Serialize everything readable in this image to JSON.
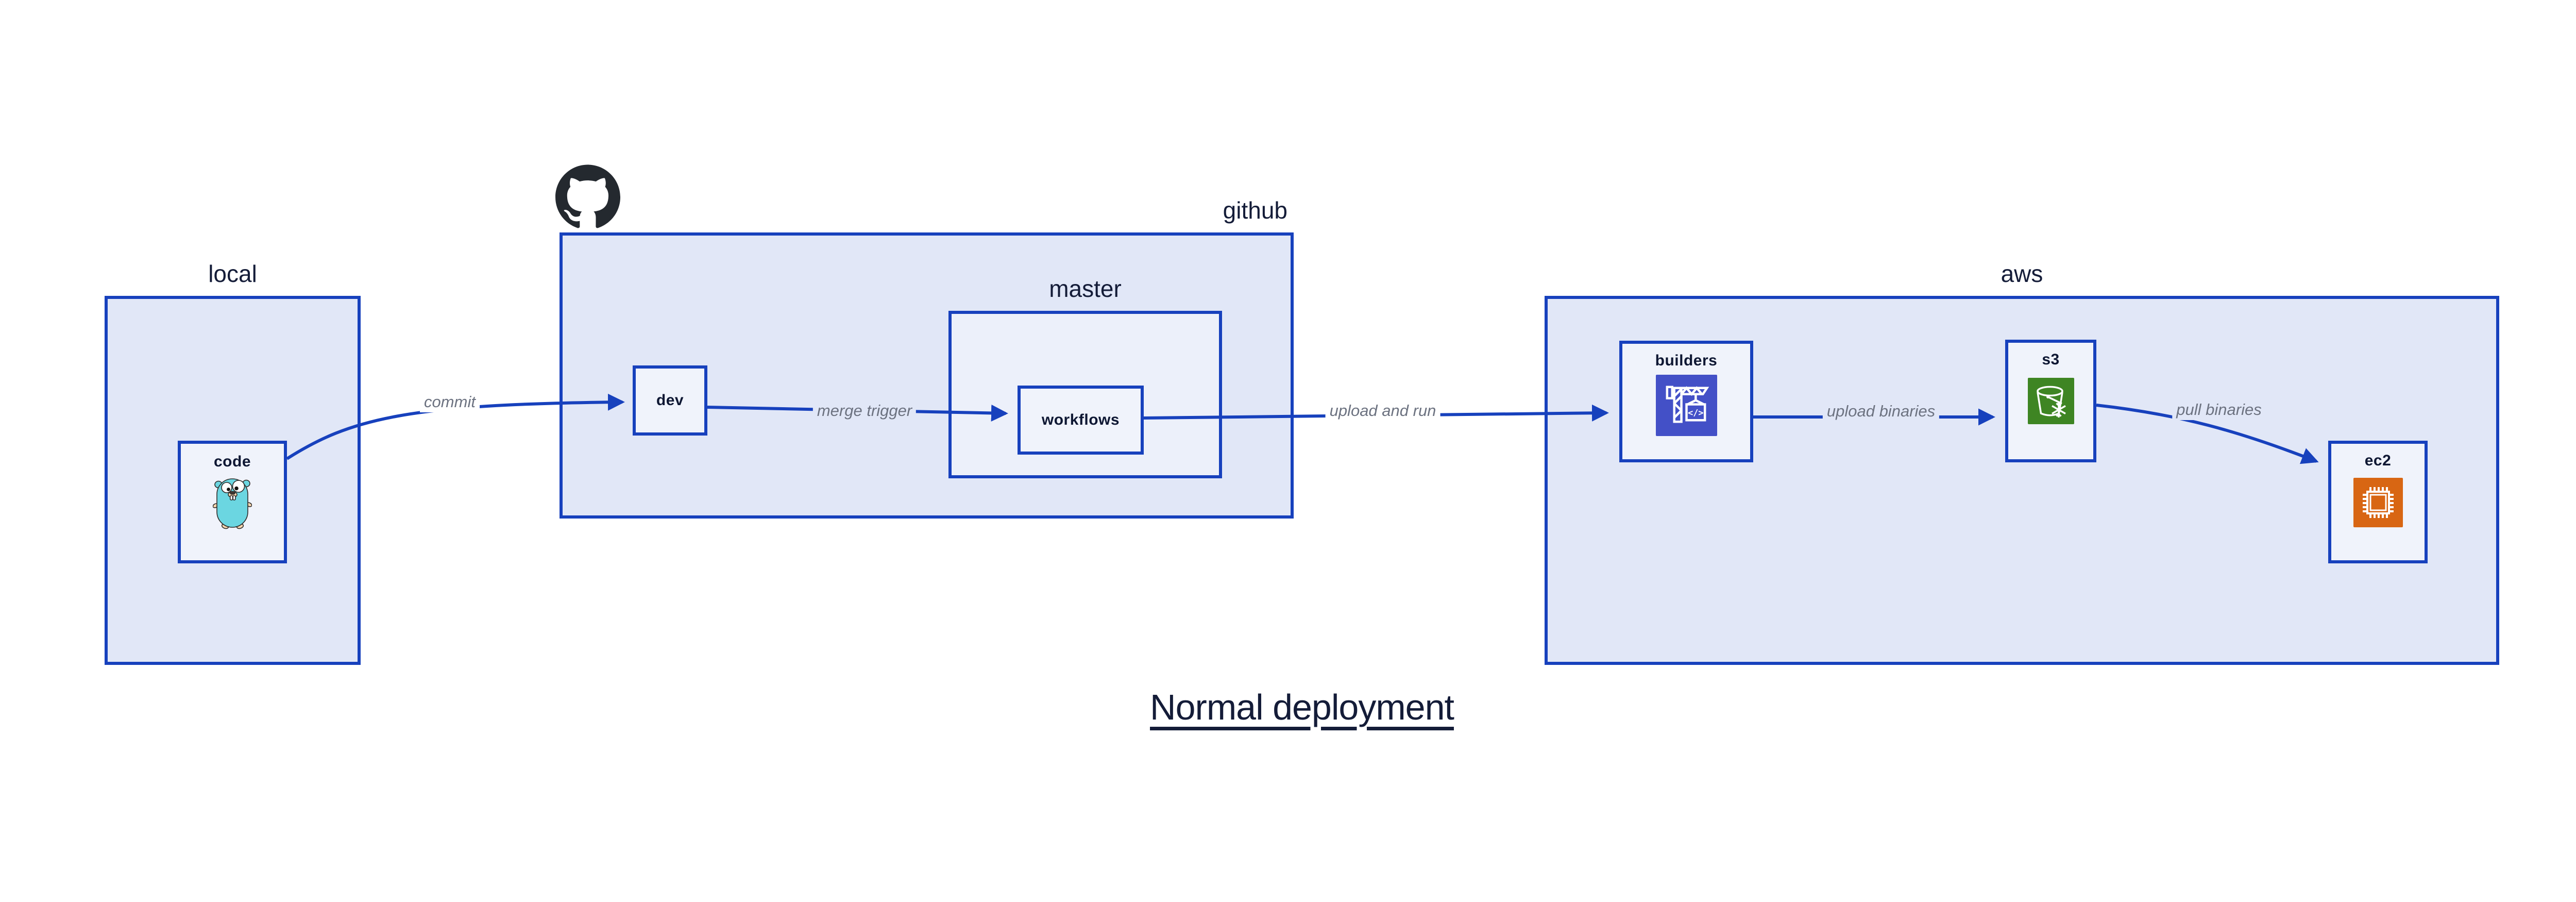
{
  "diagram": {
    "title": "Normal deployment",
    "containers": {
      "local": {
        "label": "local"
      },
      "github": {
        "label": "github"
      },
      "master": {
        "label": "master"
      },
      "aws": {
        "label": "aws"
      }
    },
    "nodes": {
      "code": {
        "label": "code",
        "icon": "go-gopher-icon"
      },
      "dev": {
        "label": "dev"
      },
      "workflows": {
        "label": "workflows"
      },
      "builders": {
        "label": "builders",
        "icon": "aws-codebuild-icon"
      },
      "s3": {
        "label": "s3",
        "icon": "aws-s3-bucket-icon"
      },
      "ec2": {
        "label": "ec2",
        "icon": "aws-ec2-chip-icon"
      }
    },
    "edges": [
      {
        "from": "code",
        "to": "dev",
        "label": "commit"
      },
      {
        "from": "dev",
        "to": "workflows",
        "label": "merge trigger"
      },
      {
        "from": "workflows",
        "to": "builders",
        "label": "upload and run"
      },
      {
        "from": "builders",
        "to": "s3",
        "label": "upload binaries"
      },
      {
        "from": "s3",
        "to": "ec2",
        "label": "pull binaries"
      }
    ],
    "icons": {
      "logo": "github-octocat-icon"
    },
    "colors": {
      "container_fill": "#e1e7f7",
      "subcontainer_fill": "#ecf0fa",
      "node_fill": "#f0f3fb",
      "border_and_arrows": "#1741bd",
      "edge_label_text": "#6c7280",
      "dark_text": "#141c38",
      "codebuild_indigo": "#4350c7",
      "s3_green": "#3e8523",
      "ec2_orange": "#d86613",
      "gopher_teal": "#6bd6e1",
      "github_black": "#24292f"
    }
  }
}
